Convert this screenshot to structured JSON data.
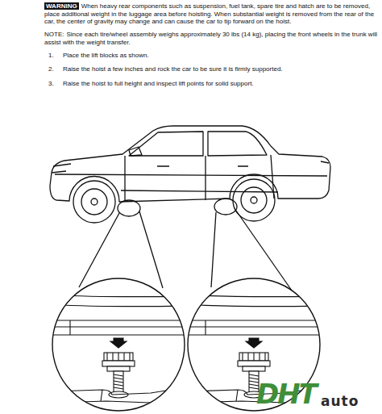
{
  "diagram": {
    "labels": [
      "WARNING",
      "When heavy rear components such as suspension, fuel tank, spare tire and hatch are to be removed, place additional weight in the luggage area before hoisting. When substantial weight is removed from the rear of the car, the center of gravity may change and can cause the car to tip forward on the hoist.",
      "NOTE:",
      "Since each tire/wheel assembly weighs approximately 30 lbs (14 kg), placing the front wheels in the trunk will assist with the weight transfer.",
      "1.",
      "Place the lift blocks as shown.",
      "2.",
      "Raise the hoist a few inches and rock the car to be sure it is firmly supported.",
      "3.",
      "Raise the hoist to full height and inspect lift points for solid support.",
      "DHT",
      "auto"
    ]
  }
}
